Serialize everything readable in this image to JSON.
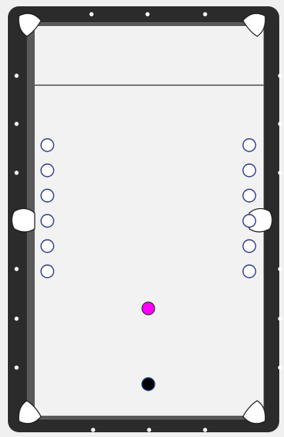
{
  "table": {
    "rail_color": "#2b2b2b",
    "cushion_color": "#595959",
    "felt_color": "#f2f2f2",
    "baulk_line_color": "#333333",
    "pocket_color": "#ffffff",
    "diamond_color": "#ffffff",
    "pockets": [
      "top-left",
      "top-right",
      "middle-left",
      "middle-right",
      "bottom-left",
      "bottom-right"
    ]
  },
  "balls": {
    "target_markers": {
      "count": 12,
      "columns": [
        "left",
        "right"
      ],
      "rows_per_column": 6,
      "fill": "#ffffff",
      "stroke": "#2e3f8f"
    },
    "object_ball": {
      "color": "#ff00ff",
      "stroke": "#333333"
    },
    "cue_ball": {
      "color": "#000000",
      "stroke": "#1a2f7a"
    }
  }
}
